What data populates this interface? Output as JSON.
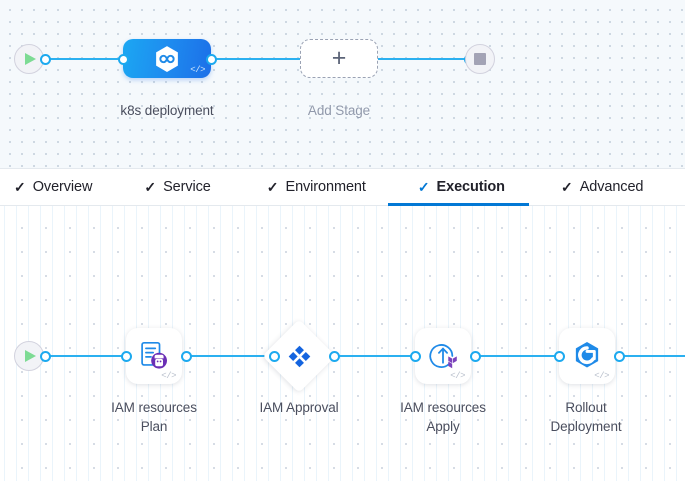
{
  "pipeline": {
    "top": {
      "start_node": {
        "icon": "play-icon",
        "title": "Start"
      },
      "end_node": {
        "icon": "stop-icon",
        "title": "End"
      },
      "stages": [
        {
          "label": "k8s deployment",
          "icon": "helm-hexagon-icon",
          "code_badge": "</>",
          "selected": true
        },
        {
          "label": "Add Stage",
          "icon": "plus-icon",
          "is_add": true
        }
      ]
    },
    "bottom": {
      "start_node": {
        "icon": "play-icon",
        "title": "Start"
      },
      "steps": [
        {
          "label": "IAM resources\nPlan",
          "label_line1": "IAM resources",
          "label_line2": "Plan",
          "icon": "terraform-plan-icon",
          "code_badge": "</>",
          "shape": "card"
        },
        {
          "label": "IAM Approval",
          "label_line1": "IAM Approval",
          "label_line2": "",
          "icon": "approval-diamond-icon",
          "code_badge": "",
          "shape": "diamond"
        },
        {
          "label": "IAM resources\nApply",
          "label_line1": "IAM resources",
          "label_line2": "Apply",
          "icon": "terraform-apply-icon",
          "code_badge": "</>",
          "shape": "card"
        },
        {
          "label": "Rollout Deployment",
          "label_line1": "Rollout",
          "label_line2": "Deployment",
          "icon": "argo-rollout-icon",
          "code_badge": "</>",
          "shape": "card"
        }
      ]
    }
  },
  "tabs": [
    {
      "label": "Overview",
      "check": "✓",
      "active": false
    },
    {
      "label": "Service",
      "check": "✓",
      "active": false
    },
    {
      "label": "Environment",
      "check": "✓",
      "active": false
    },
    {
      "label": "Execution",
      "check": "✓",
      "active": true
    },
    {
      "label": "Advanced",
      "check": "✓",
      "active": false
    }
  ],
  "colors": {
    "accent": "#0278d5",
    "edge": "#2bb0f0",
    "port": "#1ca9ef",
    "stage_gradient_from": "#1ba7f2",
    "stage_gradient_to": "#1c6fe8",
    "play_green": "#7ddb94",
    "stop_gray": "#a3a3b5",
    "terraform_purple": "#7b42bc",
    "canvas_top_bg": "#f5f9fc",
    "canvas_bottom_bg": "#ffffff",
    "label_text": "#4a4e5e",
    "muted_text": "#9199ab"
  }
}
